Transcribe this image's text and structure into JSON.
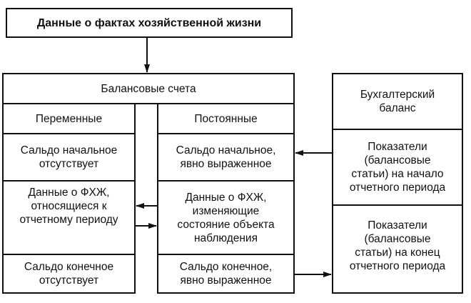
{
  "top": {
    "label": "Данные о фактах хозяйственной жизни"
  },
  "accounts": {
    "header": "Балансовые счета",
    "variable": {
      "header": "Переменные",
      "opening": "Сальдо начальное\nотсутствует",
      "period_data": "Данные о ФХЖ,\nотносящиеся к\nотчетному периоду",
      "closing": "Сальдо конечное\nотсутствует"
    },
    "permanent": {
      "header": "Постоянные",
      "opening": "Сальдо начальное,\nявно выраженное",
      "period_data": "Данные о ФХЖ,\nизменяющие\nсостояние объекта\nнаблюдения",
      "closing": "Сальдо конечное,\nявно выраженное"
    }
  },
  "balance": {
    "header": "Бухгалтерский\nбаланс",
    "opening": "Показатели\n(балансовые\nстатьи) на начало\nотчетного периода",
    "closing": "Показатели\n(балансовые\nстатьи) на конец\nотчетного периода"
  }
}
